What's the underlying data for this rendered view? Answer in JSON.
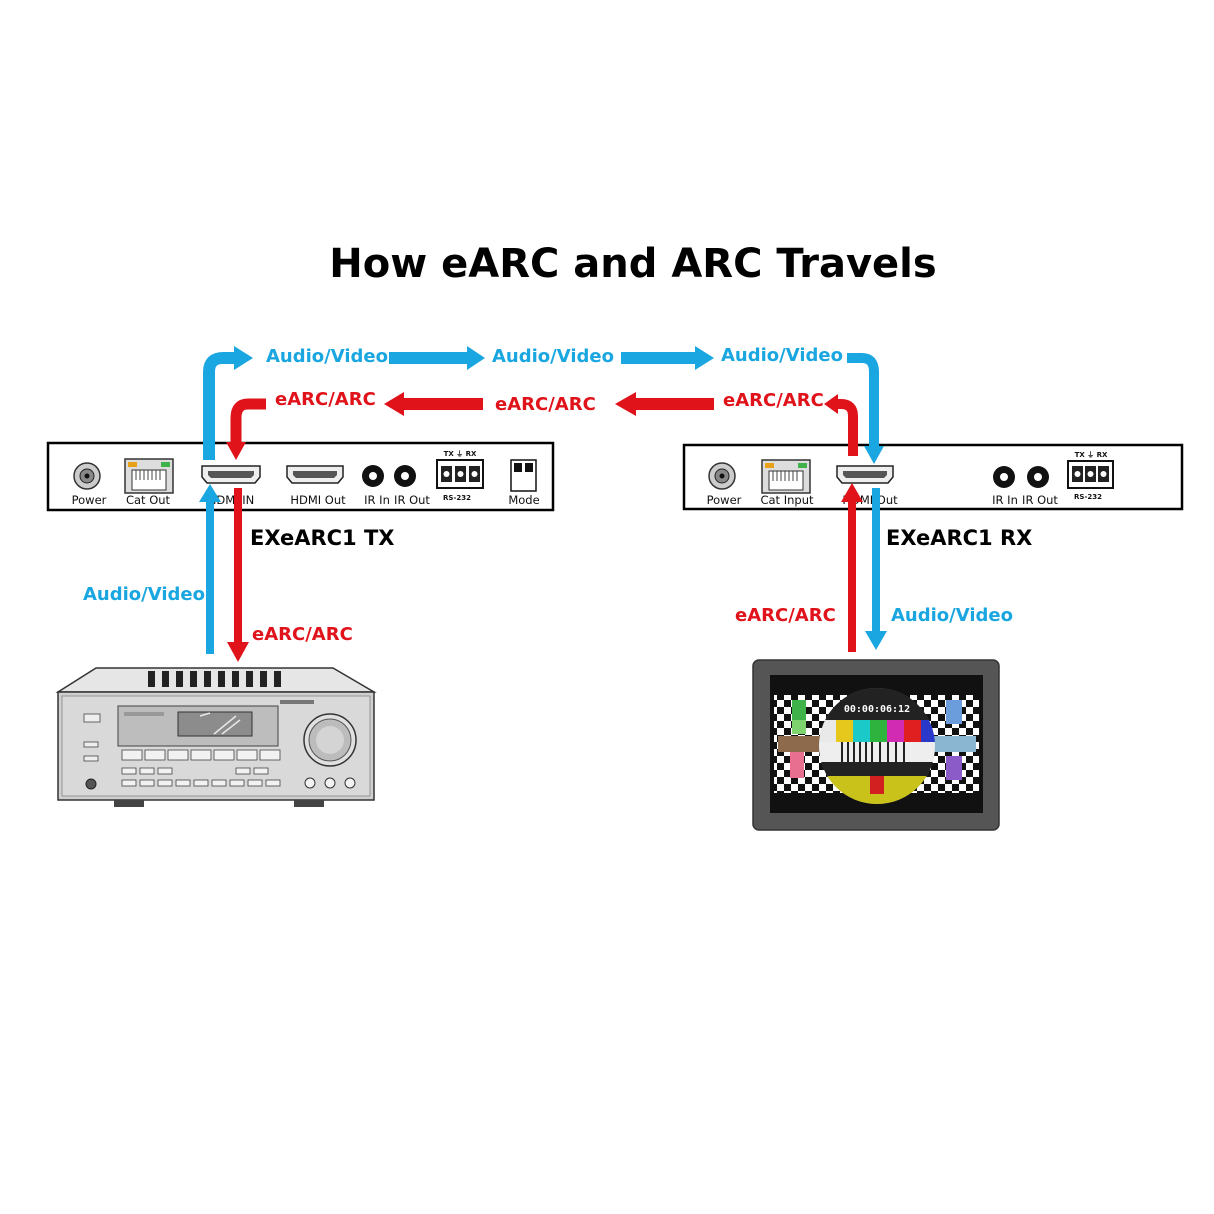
{
  "title": "How eARC and ARC Travels",
  "labels": {
    "audio_video": "Audio/Video",
    "earc_arc": "eARC/ARC"
  },
  "tx_unit": {
    "name": "EXeARC1 TX",
    "ports": {
      "power": "Power",
      "cat": "Cat Out",
      "hdmi_in": "HDMI IN",
      "hdmi_out": "HDMI Out",
      "ir_in": "IR In",
      "ir_out": "IR Out",
      "rs232": "RS-232",
      "txrx": "TX ⏚ RX",
      "mode": "Mode"
    }
  },
  "rx_unit": {
    "name": "EXeARC1 RX",
    "ports": {
      "power": "Power",
      "cat": "Cat Input",
      "hdmi_out": "HDMI Out",
      "ir_in": "IR In",
      "ir_out": "IR Out",
      "rs232": "RS-232",
      "txrx": "TX ⏚ RX"
    }
  },
  "tv_screen": {
    "clock": "00:00:06:12"
  },
  "colors": {
    "blue": "#1aa6e0",
    "red": "#e0131b"
  }
}
